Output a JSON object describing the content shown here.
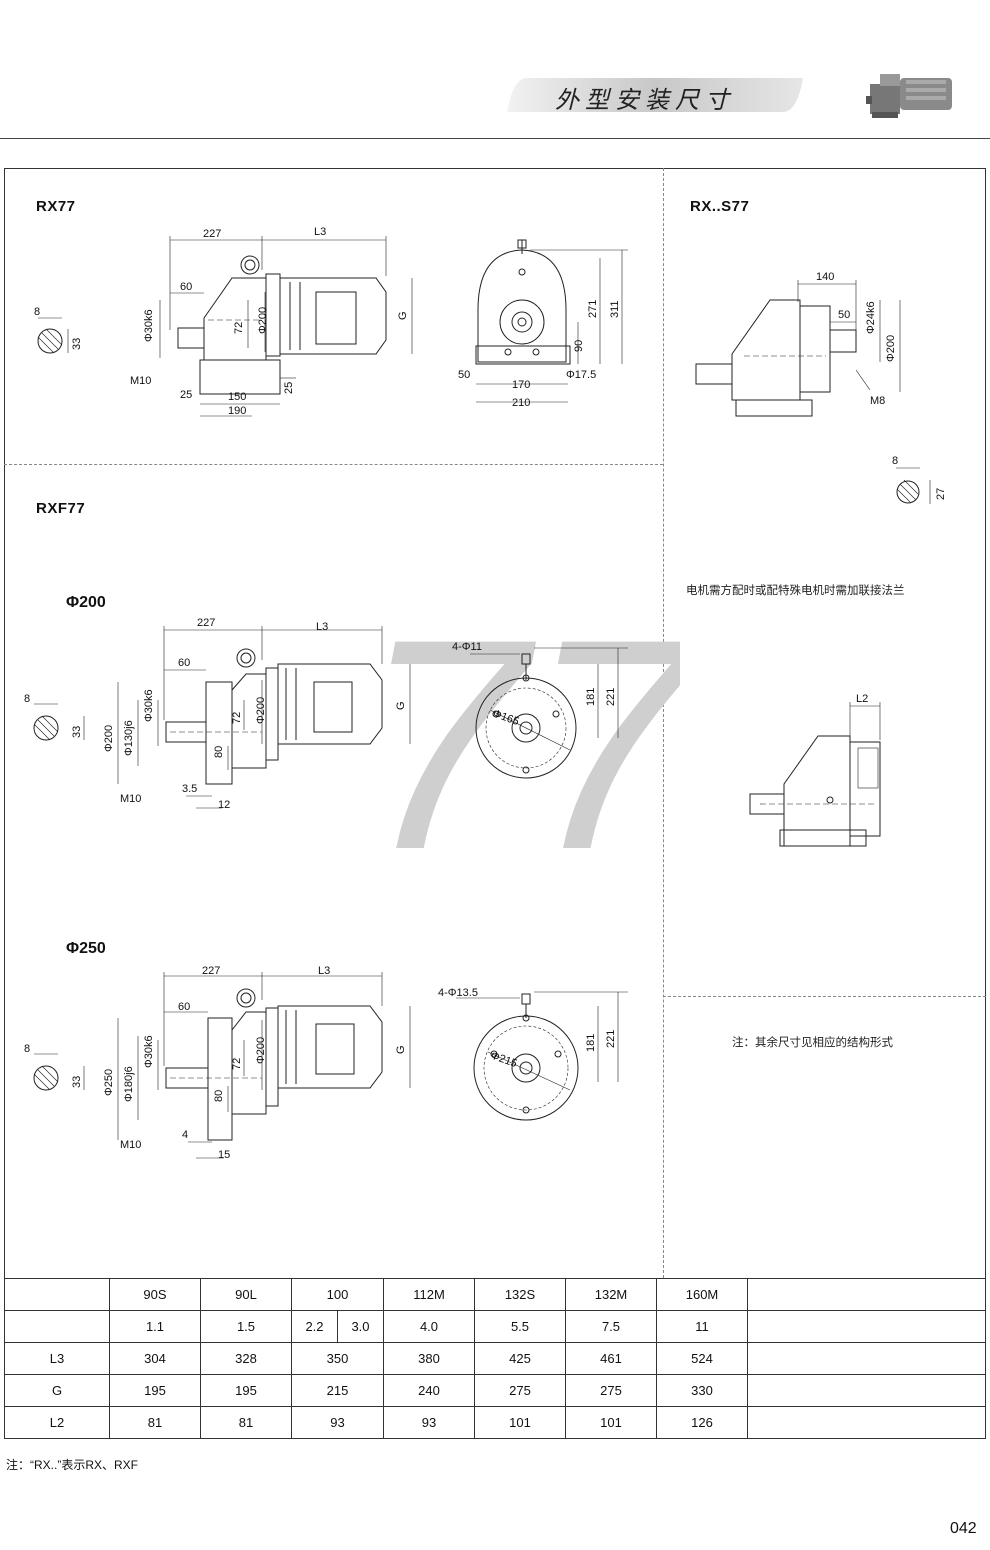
{
  "header": {
    "title": "外型安装尺寸"
  },
  "sections": {
    "rx": "RX77",
    "rxs": "RX..S77",
    "rxf": "RXF77",
    "phi200": "Φ200",
    "phi250": "Φ250"
  },
  "watermark": "77",
  "notes": {
    "flange": "电机需方配时或配特殊电机时需加联接法兰",
    "other": "注：其余尺寸见相应的结构形式",
    "footer": "注：“RX..”表示RX、RXF"
  },
  "dims": {
    "rx": {
      "key_w": "8",
      "key_h": "33",
      "d227": "227",
      "L3": "L3",
      "d60": "60",
      "shaft": "Φ30k6",
      "d72": "72",
      "flange": "Φ200",
      "G": "G",
      "M10": "M10",
      "d25a": "25",
      "d150": "150",
      "d25b": "25",
      "d190": "190",
      "e271": "271",
      "e311": "311",
      "e90": "90",
      "e50": "50",
      "e170": "170",
      "e210": "210",
      "e175": "Φ17.5"
    },
    "rxs": {
      "d140": "140",
      "d50": "50",
      "shaft": "Φ24k6",
      "flange": "Φ200",
      "M8": "M8",
      "key_w": "8",
      "key_h": "27",
      "L2": "L2"
    },
    "f200": {
      "key_w": "8",
      "key_h": "33",
      "d227": "227",
      "L3": "L3",
      "d60": "60",
      "shaft": "Φ30k6",
      "fl": "Φ200",
      "spig": "Φ130j6",
      "d72": "72",
      "mot": "Φ200",
      "G": "G",
      "d80": "80",
      "M10": "M10",
      "d35": "3.5",
      "d12": "12",
      "holes": "4-Φ11",
      "e221": "221",
      "e181": "181",
      "pcd": "Φ165"
    },
    "f250": {
      "key_w": "8",
      "key_h": "33",
      "d227": "227",
      "L3": "L3",
      "d60": "60",
      "shaft": "Φ30k6",
      "fl": "Φ250",
      "spig": "Φ180j6",
      "d72": "72",
      "mot": "Φ200",
      "G": "G",
      "d80": "80",
      "M10": "M10",
      "d4": "4",
      "d15": "15",
      "holes": "4-Φ13.5",
      "e221": "221",
      "e181": "181",
      "pcd": "Φ215"
    }
  },
  "table": {
    "frames": [
      "90S",
      "90L",
      "100",
      "112M",
      "132S",
      "132M",
      "160M"
    ],
    "power": [
      "1.1",
      "1.5",
      "2.2",
      "3.0",
      "4.0",
      "5.5",
      "7.5",
      "11"
    ],
    "rows": [
      {
        "label": "L3",
        "values": [
          "304",
          "328",
          "350",
          "380",
          "425",
          "461",
          "524"
        ]
      },
      {
        "label": "G",
        "values": [
          "195",
          "195",
          "215",
          "240",
          "275",
          "275",
          "330"
        ]
      },
      {
        "label": "L2",
        "values": [
          "81",
          "81",
          "93",
          "93",
          "101",
          "101",
          "126"
        ]
      }
    ]
  },
  "page_number": "042"
}
